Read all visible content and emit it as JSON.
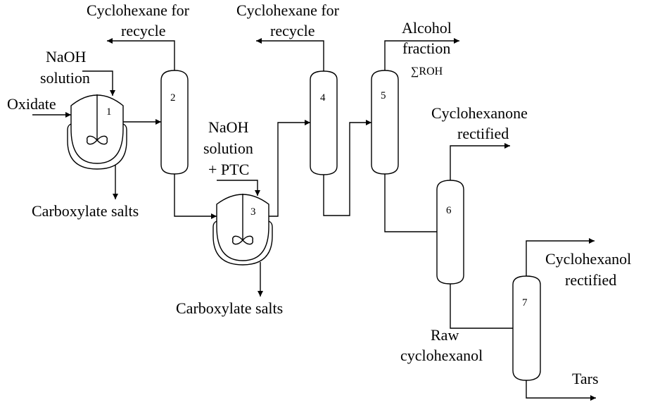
{
  "diagram": {
    "title": "Process flow: cyclohexane oxidate separation",
    "equipment": [
      {
        "id": "1",
        "type": "stirred-reactor"
      },
      {
        "id": "2",
        "type": "column"
      },
      {
        "id": "3",
        "type": "stirred-reactor"
      },
      {
        "id": "4",
        "type": "column"
      },
      {
        "id": "5",
        "type": "column"
      },
      {
        "id": "6",
        "type": "column"
      },
      {
        "id": "7",
        "type": "column"
      }
    ],
    "labels": {
      "oxidate": "Oxidate",
      "naoh1_line1": "NaOH",
      "naoh1_line2": "solution",
      "cyclohexane1_line1": "Cyclohexane for",
      "cyclohexane1_line2": "recycle",
      "carbox1": "Carboxylate salts",
      "naoh3_line1": "NaOH",
      "naoh3_line2": "solution",
      "naoh3_line3": "+ PTC",
      "carbox3": "Carboxylate salts",
      "cyclohexane4_line1": "Cyclohexane for",
      "cyclohexane4_line2": "recycle",
      "alcohol_line1": "Alcohol",
      "alcohol_line2": "fraction",
      "alcohol_line3": "∑ROH",
      "cyclohexanone_line1": "Cyclohexanone",
      "cyclohexanone_line2": "rectified",
      "cyclohexanol_line1": "Cyclohexanol",
      "cyclohexanol_line2": "rectified",
      "raw_line1": "Raw",
      "raw_line2": "cyclohexanol",
      "tars": "Tars"
    },
    "streams": [
      {
        "from": "Oxidate",
        "to": "1"
      },
      {
        "from": "NaOH solution",
        "to": "1"
      },
      {
        "from": "1",
        "to": "2"
      },
      {
        "from": "1",
        "to": "Carboxylate salts"
      },
      {
        "from": "2",
        "to": "Cyclohexane for recycle"
      },
      {
        "from": "2",
        "to": "3"
      },
      {
        "from": "NaOH solution + PTC",
        "to": "3"
      },
      {
        "from": "3",
        "to": "Carboxylate salts"
      },
      {
        "from": "3",
        "to": "4"
      },
      {
        "from": "4",
        "to": "Cyclohexane for recycle"
      },
      {
        "from": "4",
        "to": "5"
      },
      {
        "from": "5",
        "to": "Alcohol fraction ∑ROH"
      },
      {
        "from": "5",
        "to": "6"
      },
      {
        "from": "6",
        "to": "Cyclohexanone rectified"
      },
      {
        "from": "6",
        "to": "7",
        "label": "Raw cyclohexanol"
      },
      {
        "from": "7",
        "to": "Cyclohexanol rectified"
      },
      {
        "from": "7",
        "to": "Tars"
      }
    ]
  }
}
